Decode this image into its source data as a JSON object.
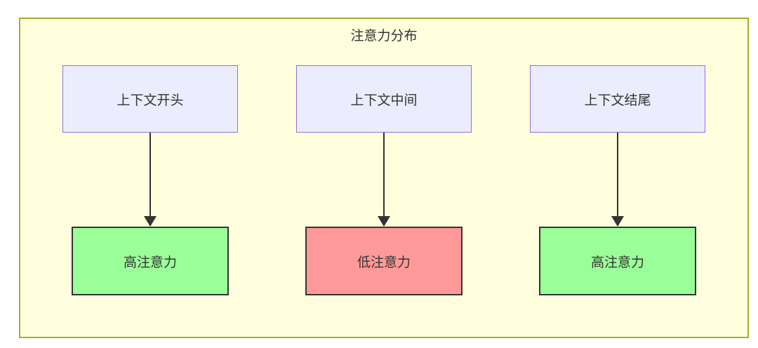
{
  "diagram": {
    "title": "注意力分布",
    "columns": [
      {
        "source": "上下文开头",
        "target": "高注意力",
        "attention": "high"
      },
      {
        "source": "上下文中间",
        "target": "低注意力",
        "attention": "low"
      },
      {
        "source": "上下文结尾",
        "target": "高注意力",
        "attention": "high"
      }
    ],
    "colors": {
      "bg": "#ffffde",
      "cluster_border": "#aaaa33",
      "node_fill": "#ececff",
      "node_border": "#9370db",
      "high_fill": "#99ff99",
      "low_fill": "#ff9999",
      "stroke_dark": "#333333",
      "text": "#333333"
    }
  }
}
